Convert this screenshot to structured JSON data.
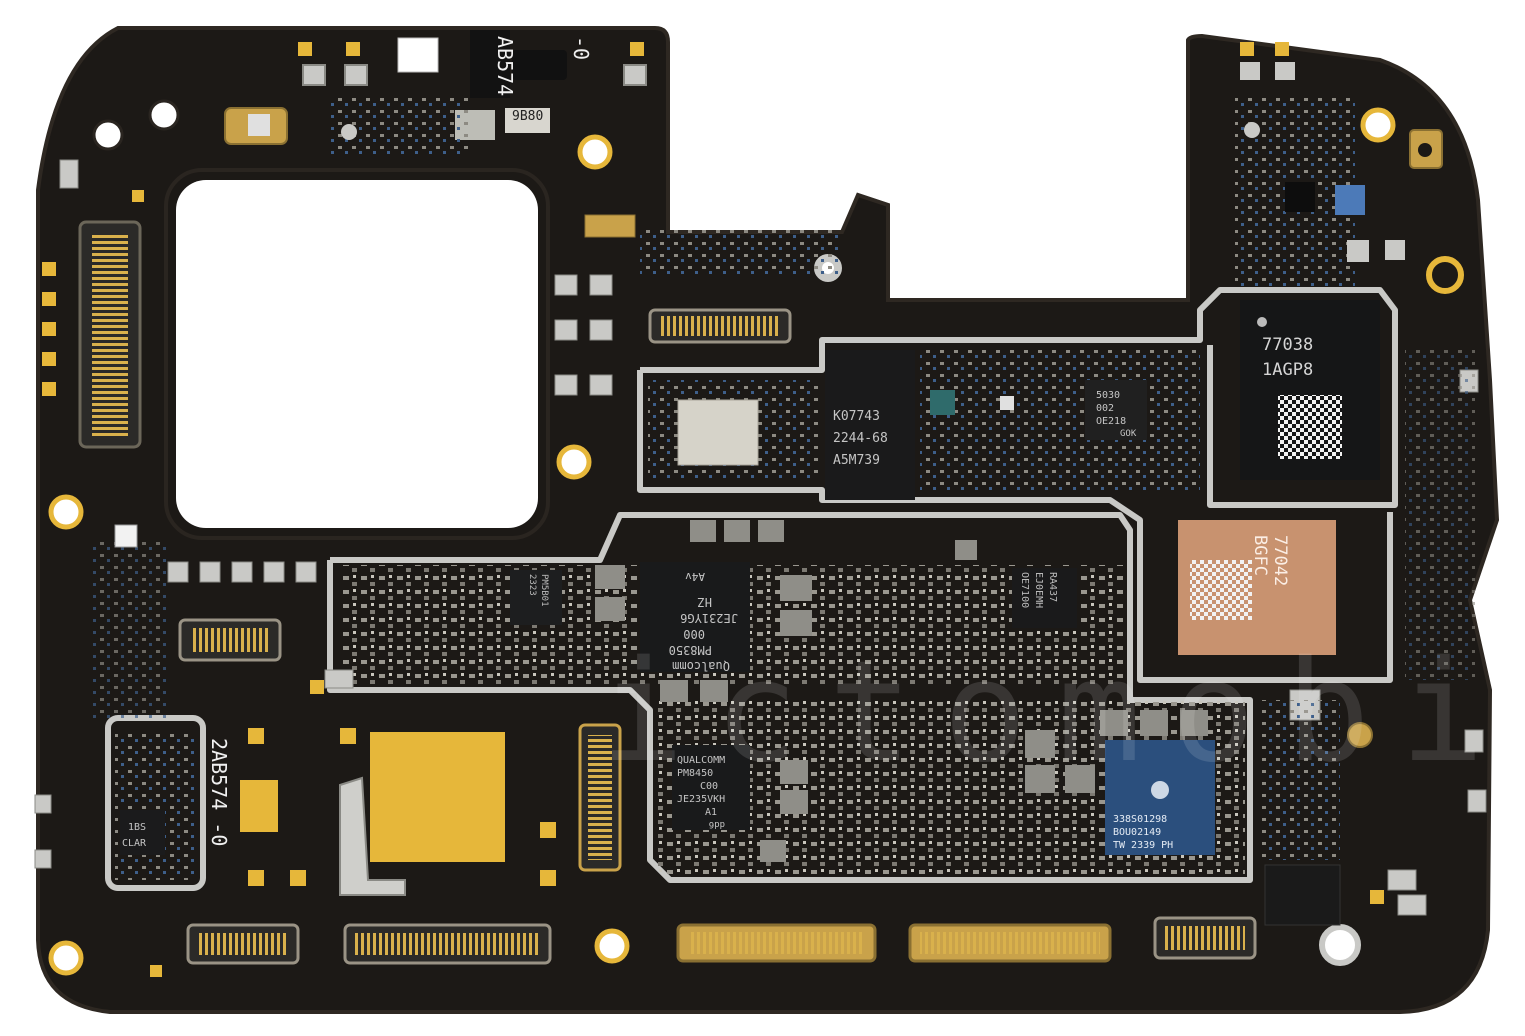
{
  "colors": {
    "background": "#ffffff",
    "pcb": "#1c1916",
    "pcb_edge": "#2a2520",
    "shield": "#c9c9c6",
    "gold": "#e6b73a",
    "chip_dark": "#16181a",
    "chip_copper": "#c8926f",
    "chip_blue": "#2b4f7d",
    "component_gray": "#8f8e88",
    "connector_gold": "#c9a24a"
  },
  "markings": {
    "top_label": "AB574",
    "top_label_suffix": "-0",
    "side_label": "2AB574 -0",
    "small_chip_top": "9B80",
    "left_ic": "1BS\nCLAR",
    "mem_chip": [
      "K07743",
      "2244-68",
      "A5M739"
    ],
    "pmic_small": [
      "5030",
      "002",
      "OE218",
      "GOK"
    ],
    "chip_77038": [
      "77038",
      "1AGP8"
    ],
    "chip_77042": [
      "77042",
      "BGFC"
    ],
    "qualcomm_main": [
      "Qualcomm",
      "PM8350",
      "000",
      "JE231YG6",
      "HZ"
    ],
    "qualcomm_main_mark": "A4v",
    "qualcomm_small": [
      "QUALCOMM",
      "PM8450",
      "C00",
      "JE235VKH",
      "A1"
    ],
    "qualcomm_small_mark": "dd6",
    "apple_chip": [
      "338S01298",
      "BOU02149",
      "TW 2339 PH"
    ],
    "mid_chip": [
      "OE7100",
      "EJ0EMH",
      "RA437"
    ],
    "left_mid_chip": [
      "PM5B01",
      "2323"
    ]
  },
  "watermark": "ictomobile"
}
